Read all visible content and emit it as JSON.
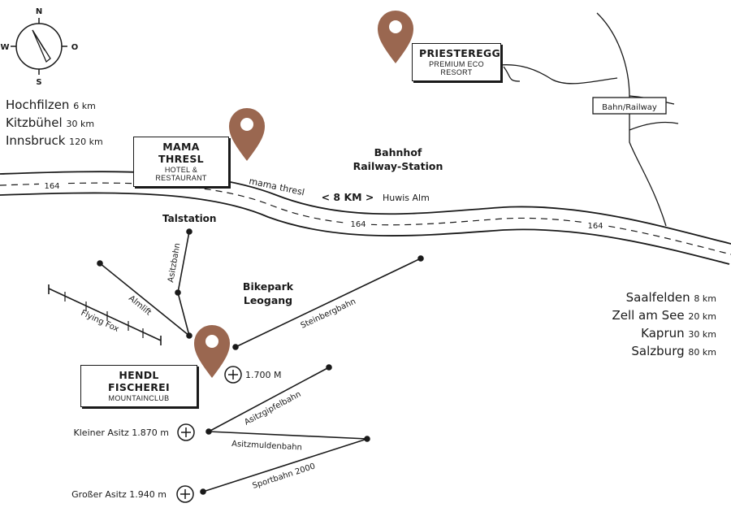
{
  "compass": {
    "north": "N",
    "south": "S",
    "west": "W",
    "east": "O"
  },
  "distances_left": [
    {
      "place": "Hochfilzen",
      "km": "6 km"
    },
    {
      "place": "Kitzbühel",
      "km": "30 km"
    },
    {
      "place": "Innsbruck",
      "km": "120 km"
    }
  ],
  "distances_right": [
    {
      "place": "Saalfelden",
      "km": "8 km"
    },
    {
      "place": "Zell am See",
      "km": "20 km"
    },
    {
      "place": "Kaprun",
      "km": "30 km"
    },
    {
      "place": "Salzburg",
      "km": "80 km"
    }
  ],
  "locations": {
    "priesteregg": {
      "title": "PRIESTEREGG",
      "sub1": "PREMIUM ECO",
      "sub2": "RESORT"
    },
    "mama_thresl": {
      "title": "MAMA THRESL",
      "sub": "HOTEL & RESTAURANT"
    },
    "hendl": {
      "title": "HENDL FISCHEREI",
      "sub": "MOUNTAINCLUB"
    }
  },
  "pin_color": "#9a6750",
  "road": {
    "number": "164"
  },
  "labels": {
    "bahnhof_1": "Bahnhof",
    "bahnhof_2": "Railway-Station",
    "railway_sign": "Bahn/Railway",
    "mama_road": "mama thresl",
    "distance": "< 8 KM >",
    "huwis": "Huwis Alm",
    "talstation": "Talstation",
    "bikepark_1": "Bikepark",
    "bikepark_2": "Leogang"
  },
  "lifts": {
    "asitzbahn": "Asitzbahn",
    "almlift": "Almlift",
    "flying_fox": "Flying Fox",
    "steinbergbahn": "Steinbergbahn",
    "asitzgipfelbahn": "Asitzgipfelbahn",
    "asitzmuldenbahn": "Asitzmuldenbahn",
    "sportbahn": "Sportbahn 2000"
  },
  "peaks": [
    {
      "name": "",
      "altitude": "1.700 M"
    },
    {
      "name": "Kleiner Asitz",
      "altitude": "1.870 m"
    },
    {
      "name": "Großer Asitz",
      "altitude": "1.940 m"
    }
  ]
}
